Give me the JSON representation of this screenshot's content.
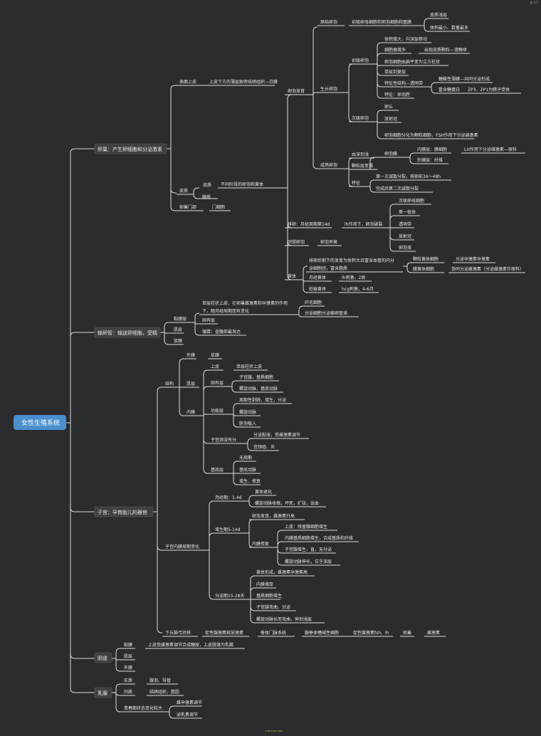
{
  "corner_text": "图 1/1",
  "watermark": "x.xk.xxxx.com",
  "root": "女性生殖系统",
  "b1": {
    "title": "卵巢：产生卵细胞和分泌激素",
    "surface": "表面上皮",
    "surface_d": "上皮下方的薄层致密结缔组织—白膜",
    "cortex": "皮质",
    "follicle_dev": "卵泡发育",
    "prim": "原始卵泡",
    "prim_d": "初级卵母细胞和卵泡细胞和基膜",
    "prim_f1": "皮质浅层",
    "prim_f2": "体积最小、数量最多",
    "grow": "生长卵泡",
    "pri": "初级卵泡",
    "pri1": "体积增大，向深层移动",
    "pri2": "细胞器增多",
    "pri2b": "出现皮质颗粒—溶酶体",
    "pri3": "卵泡细胞由扁平变为立方柱状",
    "pri4": "单层到复层",
    "pri5": "特征性结构—透明带",
    "pri5a": "糖酸性薄膜—共同分泌形成",
    "pri5b": "富含糖蛋白",
    "pri5c": "ZP3、ZP1为精子受体",
    "pri6": "特征：卵泡腔",
    "sec": "次级卵泡",
    "sec1": "卵丘",
    "sec2": "放射冠",
    "sec3": "卵泡细胞分化为颗粒细胞，FSH作用下分泌雌激素",
    "mature": "成熟卵泡",
    "mat1": "由深到浅",
    "mat2": "颗粒层变薄",
    "theca": "卵泡膜",
    "theca_in": "内膜层：膜细胞",
    "theca_in_d": "LH作用下分泌雄激素—原料",
    "theca_out": "外膜层：纤维",
    "feat": "特征",
    "feat1": "第一次减数分裂，排卵前36～48h",
    "feat2": "完成后第二次减数分裂",
    "medulla": "髓质",
    "ov_hilum": "卵巢门部",
    "hilum_cell": "门细胞",
    "med_d": "不同阶段的卵泡和黄体",
    "ovul": "排卵：月经周期第14d",
    "ovul_d": "lh作用下，卵泡破裂",
    "ov1": "次级卵母细胞",
    "ov2": "第一极体",
    "ov3": "透明带",
    "ov4": "放射冠",
    "ov5": "卵泡液",
    "atresia": "闭锁卵泡",
    "atresia_d": "卵泡早衰",
    "cl_d1": "排卵后剩下的发育为体积大且富含血管的内分",
    "cl_d2": "泌细胞团，富含脂质",
    "cl": "黄体",
    "gl": "颗粒黄体细胞",
    "gl_d": "分泌孕激素孕激素",
    "th": "膜黄体细胞",
    "th_d": "协同分泌雌激素（分泌雌激素作原料）",
    "cl_m": "月经黄体",
    "cl_m_d": "lh刺激，2周",
    "cl_p": "妊娠黄体",
    "cl_p_d": "hcg刺激，4-6月"
  },
  "b2": {
    "title": "输卵管：输送卵细胞，受精",
    "mucosa": "黏膜层",
    "muc_d1": "单层柱状上皮，在卵巢雌激素和孕激素的作用",
    "muc_d2": "下，随月经周期而有变化",
    "cilia": "纤毛细胞",
    "secretory": "分泌细胞分泌输卵管液",
    "lamina": "固有层",
    "folds": "皱襞：壶腹部最发达",
    "muscle": "肌层",
    "serosa": "浆膜"
  },
  "b3": {
    "title": "子宫：孕育胎儿的器官",
    "structure": "结构",
    "outer": "外膜",
    "outer_d": "浆膜",
    "muscle": "肌层",
    "inner": "内膜",
    "epi": "上皮",
    "epi_d": "单层柱状上皮",
    "lamina": "固有层",
    "lam1": "子宫腺，基质细胞",
    "lam2": "螺旋动脉，基底动脉",
    "func": "功能层",
    "func1": "周期性剥脱，增生，分泌",
    "func2": "螺旋动脉",
    "func3": "胚泡植入",
    "neck": "子宫颈没有分",
    "neck1": "分泌黏液，受雌激素调节",
    "neck2": "宫颈癌、炎",
    "basal": "基底层",
    "bas1": "无周期",
    "bas2": "基底动脉",
    "bas3": "增生、修复",
    "cycle": "子宫内膜周期变化",
    "mens": "月经期：1-4d",
    "mens1": "黄体退化",
    "mens2": "螺旋动脉收缩，坏死，扩张，出血",
    "prolif": "增生期5-14d",
    "pro1": "卵泡发育，雌激素升高",
    "repair": "内膜修复",
    "rep1": "上皮：残留腺细胞增生",
    "rep2": "内膜基质细胞增生，合成基质和纤维",
    "rep3": "子宫腺增生，直，无分泌",
    "rep4": "螺旋动脉伸长，位于深层",
    "secr": "分泌期15-28天",
    "sec1": "黄体形成，雌激素孕激素高",
    "sec2": "内膜增厚",
    "sec3": "基质细胞增生",
    "sec4": "子宫腺弯曲，分泌",
    "sec5": "螺旋动脉长而弯曲，伸到浅层",
    "axis": "下丘脑弓状核",
    "ax1": "促性腺激素释放激素",
    "ax2": "垂体门脉系统",
    "ax3": "腺垂体嗜碱性细胞",
    "ax4": "促性腺激素fsh、lh",
    "ax5": "卵巢",
    "ax6": "雌激素"
  },
  "b4": {
    "title": "阴道",
    "mucosa": "黏膜",
    "muc_d": "上皮受雌激素调节合成糖原，上皮脱落为乳酸",
    "muscle": "肌层",
    "outer": "外膜"
  },
  "b5": {
    "title": "乳腺",
    "paren": "实质",
    "paren_d": "腺泡、导管",
    "inter": "间质",
    "inter_d": "结缔组织，脂肪",
    "change": "青春期状态变化较大",
    "ch1": "雌孕激素调节",
    "ch2": "泌乳素调节"
  }
}
